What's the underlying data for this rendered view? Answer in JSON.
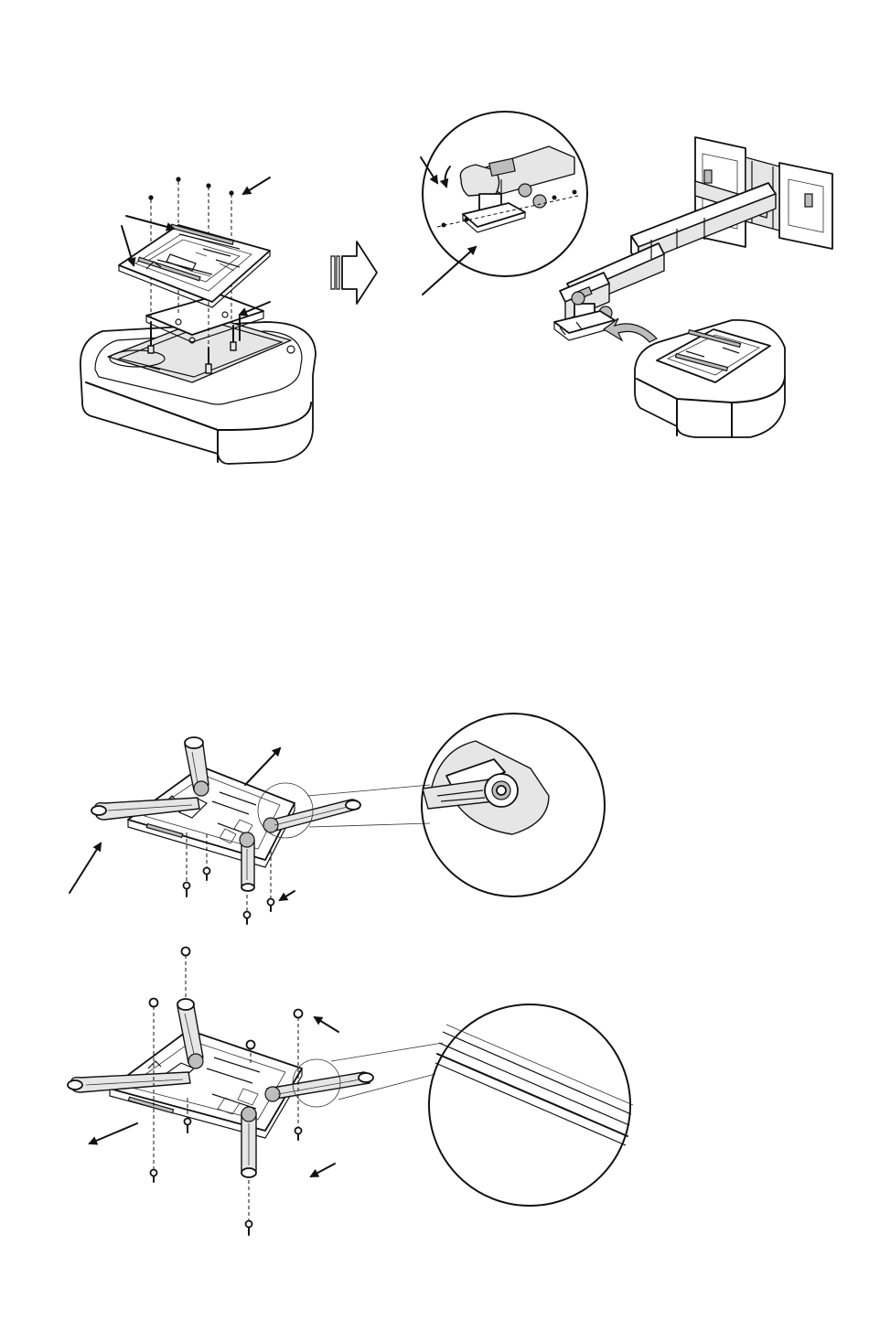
{
  "page": {
    "title": "",
    "figures": [
      {
        "id": "fig-projector-plate",
        "description_text": ""
      },
      {
        "id": "fig-wall-arm",
        "description_text": ""
      },
      {
        "id": "fig-spider-bracket-top",
        "description_text": ""
      },
      {
        "id": "fig-spider-bracket-bottom",
        "description_text": ""
      }
    ]
  },
  "colors": {
    "line": "#111111",
    "fill_light": "#e6e6e6",
    "fill_mid": "#bdbdbd",
    "background": "#ffffff"
  }
}
